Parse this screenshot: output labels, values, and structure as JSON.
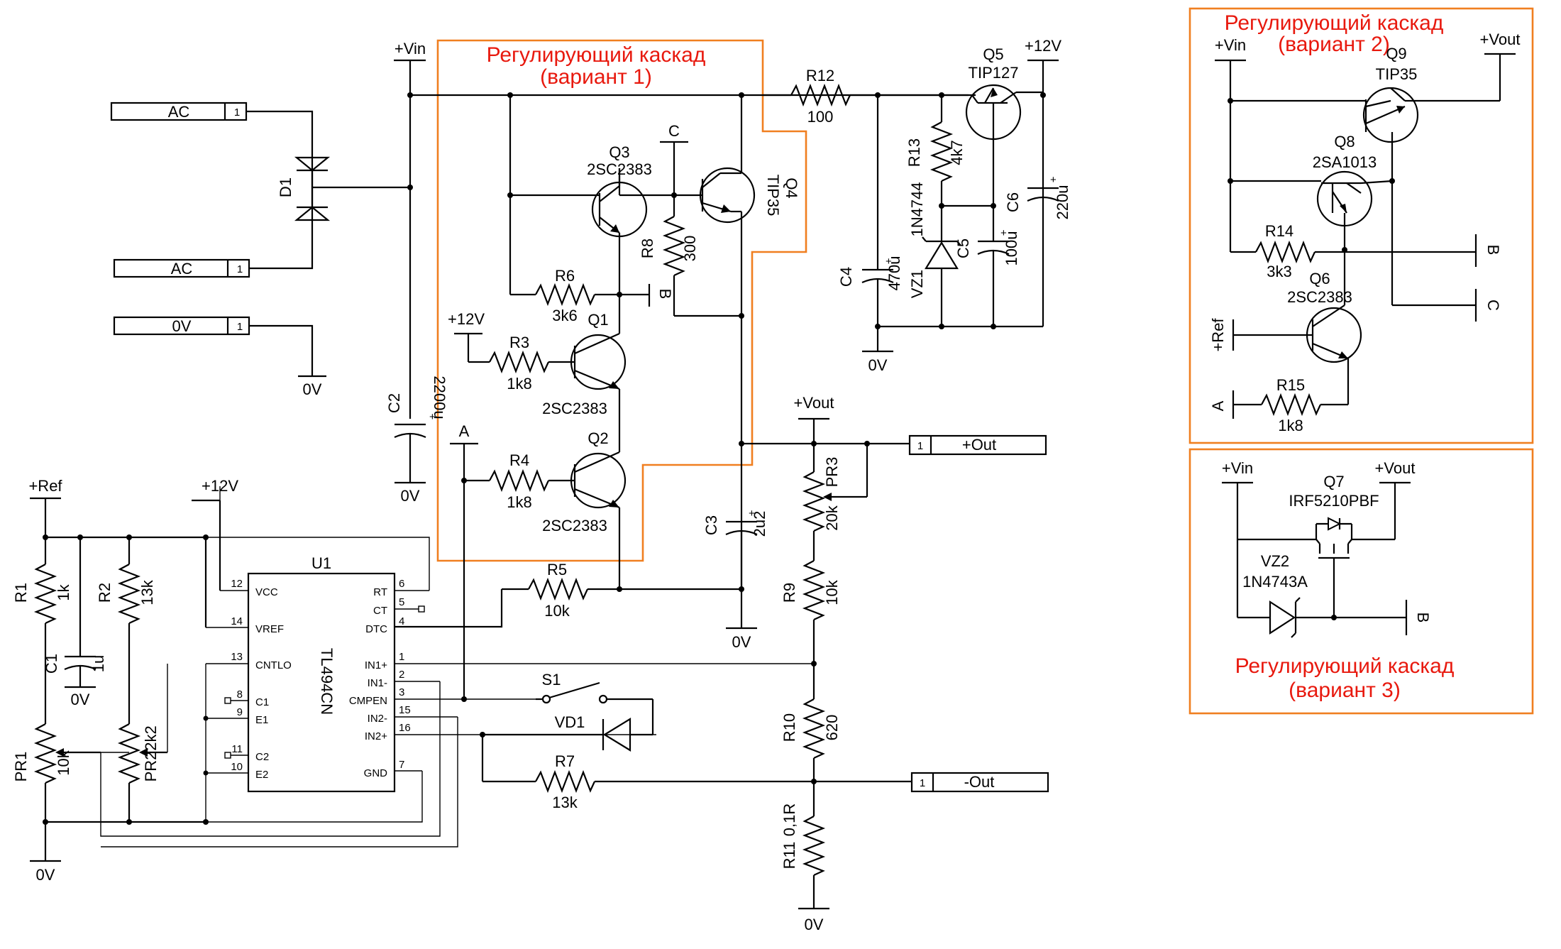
{
  "frames": {
    "v1_title": [
      "Регулирующий каскад",
      "(вариант 1)"
    ],
    "v2_title": [
      "Регулирующий каскад",
      "(вариант 2)"
    ],
    "v3_title": [
      "Регулирующий каскад",
      "(вариант 3)"
    ],
    "frame_color": "#f07f20",
    "title_color": "#e8190e"
  },
  "connectors": [
    {
      "label": "AC",
      "pin": "1"
    },
    {
      "label": "AC",
      "pin": "1"
    },
    {
      "label": "0V",
      "pin": "1"
    },
    {
      "label": "+Out",
      "pin": "1"
    },
    {
      "label": "-Out",
      "pin": "1"
    }
  ],
  "rails": {
    "vin": "+Vin",
    "v12": "+12V",
    "vout": "+Vout",
    "ref": "+Ref",
    "gnd": "0V",
    "a": "A",
    "b": "B",
    "c": "C"
  },
  "ic": {
    "ref": "U1",
    "part": "TL494CN",
    "left_pins": [
      {
        "num": "12",
        "name": "VCC"
      },
      {
        "num": "14",
        "name": "VREF"
      },
      {
        "num": "13",
        "name": "CNTLO"
      },
      {
        "num": "8",
        "name": "C1"
      },
      {
        "num": "9",
        "name": "E1"
      },
      {
        "num": "11",
        "name": "C2"
      },
      {
        "num": "10",
        "name": "E2"
      }
    ],
    "right_pins": [
      {
        "num": "6",
        "name": "RT"
      },
      {
        "num": "5",
        "name": "CT"
      },
      {
        "num": "4",
        "name": "DTC"
      },
      {
        "num": "1",
        "name": "IN1+"
      },
      {
        "num": "2",
        "name": "IN1-"
      },
      {
        "num": "3",
        "name": "CMPEN"
      },
      {
        "num": "15",
        "name": "IN2-"
      },
      {
        "num": "16",
        "name": "IN2+"
      },
      {
        "num": "7",
        "name": "GND"
      }
    ]
  },
  "components": {
    "D1": "D1",
    "C2": [
      "C2",
      "2200u"
    ],
    "C3": [
      "C3",
      "2u2"
    ],
    "C4": [
      "C4",
      "470u"
    ],
    "C5": [
      "C5",
      "100u"
    ],
    "C6": [
      "C6",
      "220u"
    ],
    "C1": [
      "C1",
      "1u"
    ],
    "R1": [
      "R1",
      "1k"
    ],
    "R2": [
      "R2",
      "13k"
    ],
    "R3": [
      "R3",
      "1k8"
    ],
    "R4": [
      "R4",
      "1k8"
    ],
    "R5": [
      "R5",
      "10k"
    ],
    "R6": [
      "R6",
      "3k6"
    ],
    "R7": [
      "R7",
      "13k"
    ],
    "R8": [
      "R8",
      "300"
    ],
    "R9": [
      "R9",
      "10k"
    ],
    "R10": [
      "R10",
      "620"
    ],
    "R11": [
      "R11",
      "0,1R"
    ],
    "R12": [
      "R12",
      "100"
    ],
    "R13": [
      "R13",
      "4k7"
    ],
    "R14": [
      "R14",
      "3k3"
    ],
    "R15": [
      "R15",
      "1k8"
    ],
    "PR1": [
      "PR1",
      "10k"
    ],
    "PR2": [
      "PR2",
      "2k2"
    ],
    "PR3": [
      "PR3",
      "20k"
    ],
    "Q1": [
      "Q1",
      "2SC2383"
    ],
    "Q2": [
      "Q2",
      "2SC2383"
    ],
    "Q3": [
      "Q3",
      "2SC2383"
    ],
    "Q4": [
      "Q4",
      "TIP35"
    ],
    "Q5": [
      "Q5",
      "TIP127"
    ],
    "Q6": [
      "Q6",
      "2SC2383"
    ],
    "Q7": [
      "Q7",
      "IRF5210PBF"
    ],
    "Q8": [
      "Q8",
      "2SA1013"
    ],
    "Q9": [
      "Q9",
      "TIP35"
    ],
    "VZ1": [
      "VZ1",
      "1N4744"
    ],
    "VZ2": [
      "VZ2",
      "1N4743A"
    ],
    "VD1": "VD1",
    "S1": "S1"
  }
}
